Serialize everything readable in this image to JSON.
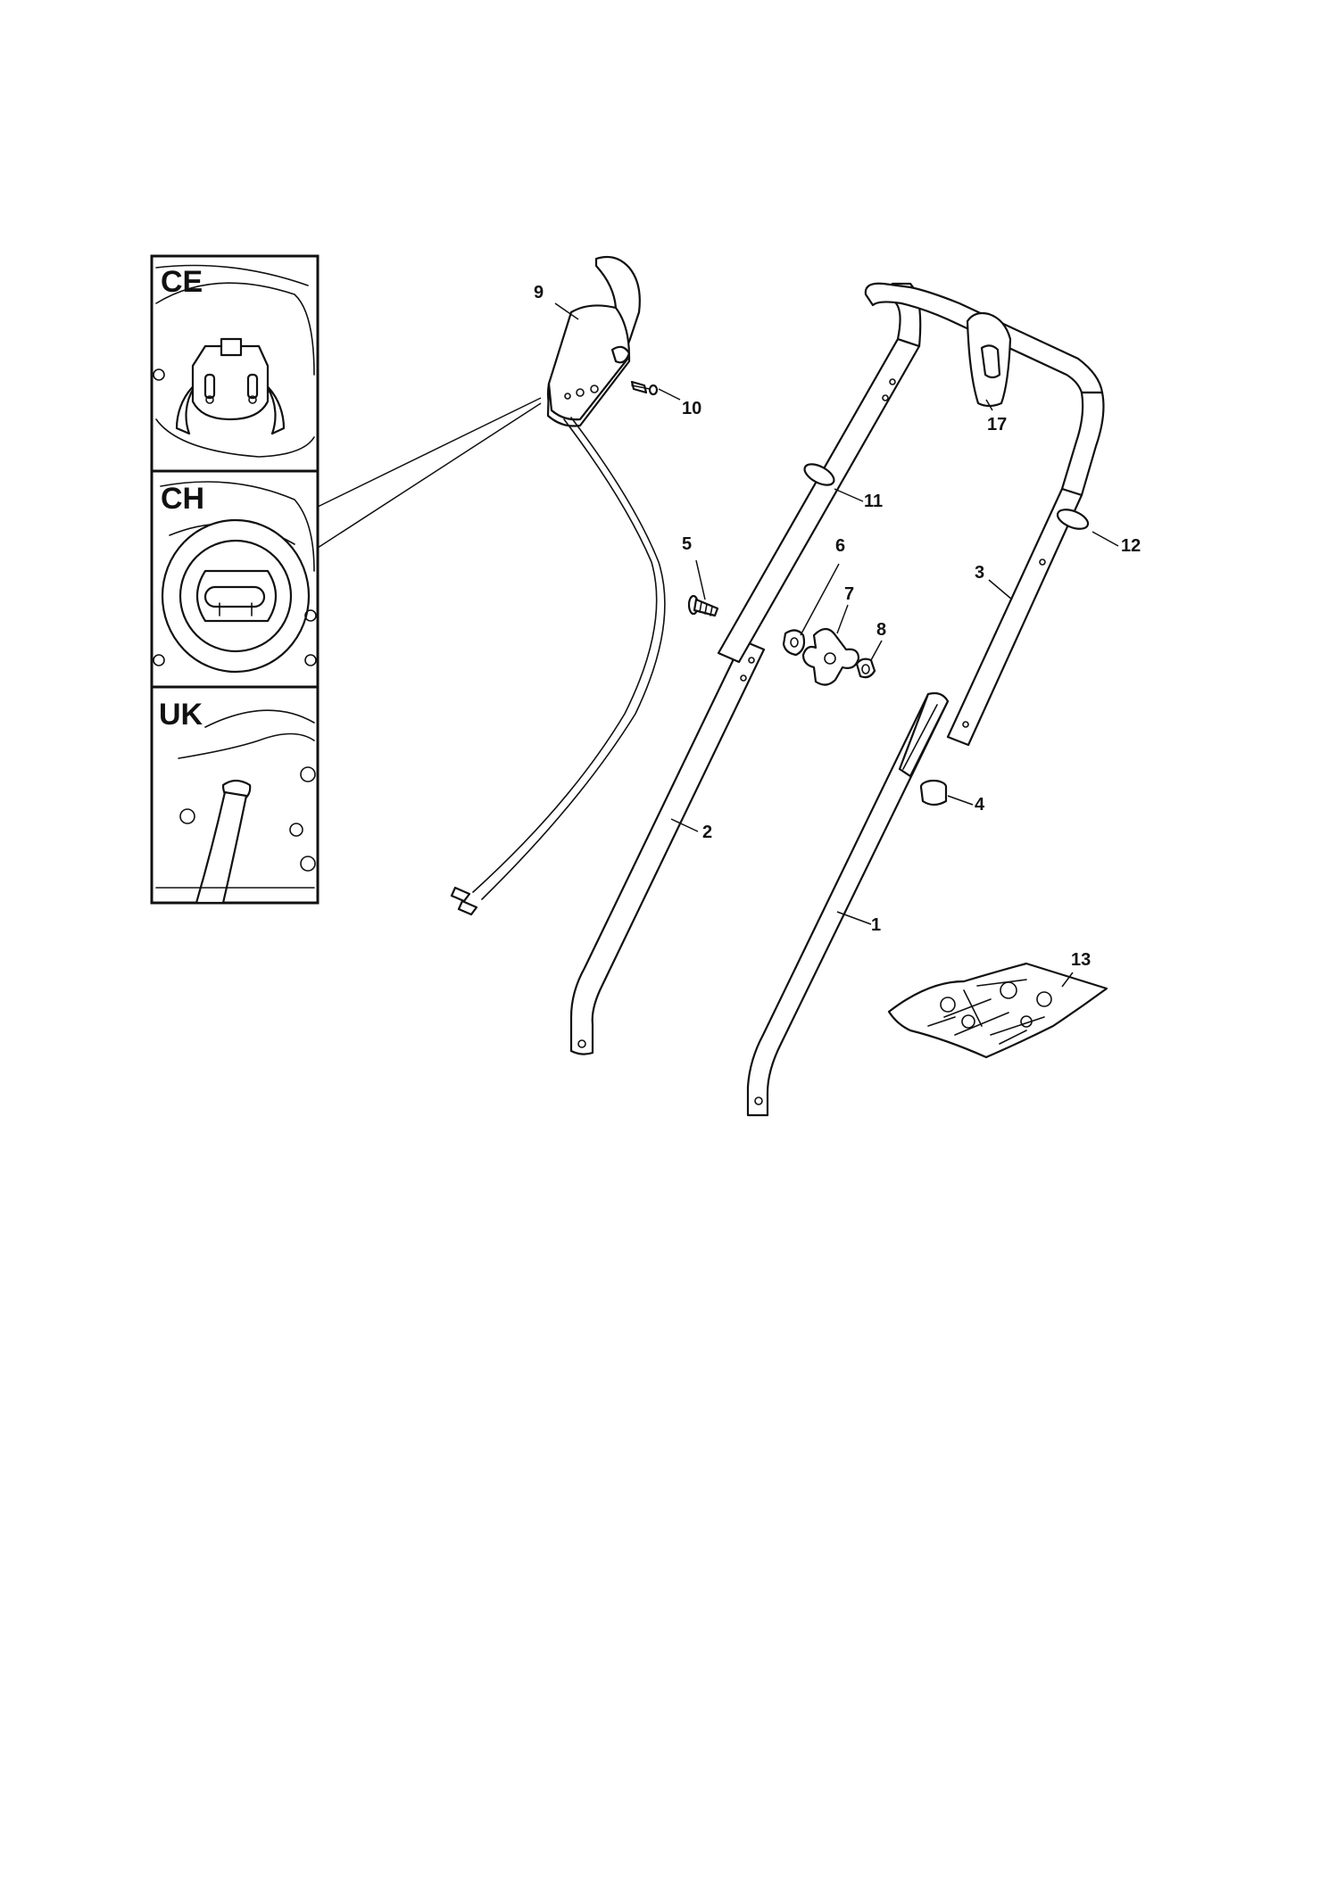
{
  "insets": [
    {
      "id": "ce",
      "label": "CE"
    },
    {
      "id": "ch",
      "label": "CH"
    },
    {
      "id": "uk",
      "label": "UK"
    }
  ],
  "callouts": [
    {
      "id": "1",
      "label": "1"
    },
    {
      "id": "2",
      "label": "2"
    },
    {
      "id": "3",
      "label": "3"
    },
    {
      "id": "4",
      "label": "4"
    },
    {
      "id": "5",
      "label": "5"
    },
    {
      "id": "6",
      "label": "6"
    },
    {
      "id": "7",
      "label": "7"
    },
    {
      "id": "8",
      "label": "8"
    },
    {
      "id": "9",
      "label": "9"
    },
    {
      "id": "10",
      "label": "10"
    },
    {
      "id": "11",
      "label": "11"
    },
    {
      "id": "12",
      "label": "12"
    },
    {
      "id": "13",
      "label": "13"
    },
    {
      "id": "17",
      "label": "17"
    }
  ]
}
